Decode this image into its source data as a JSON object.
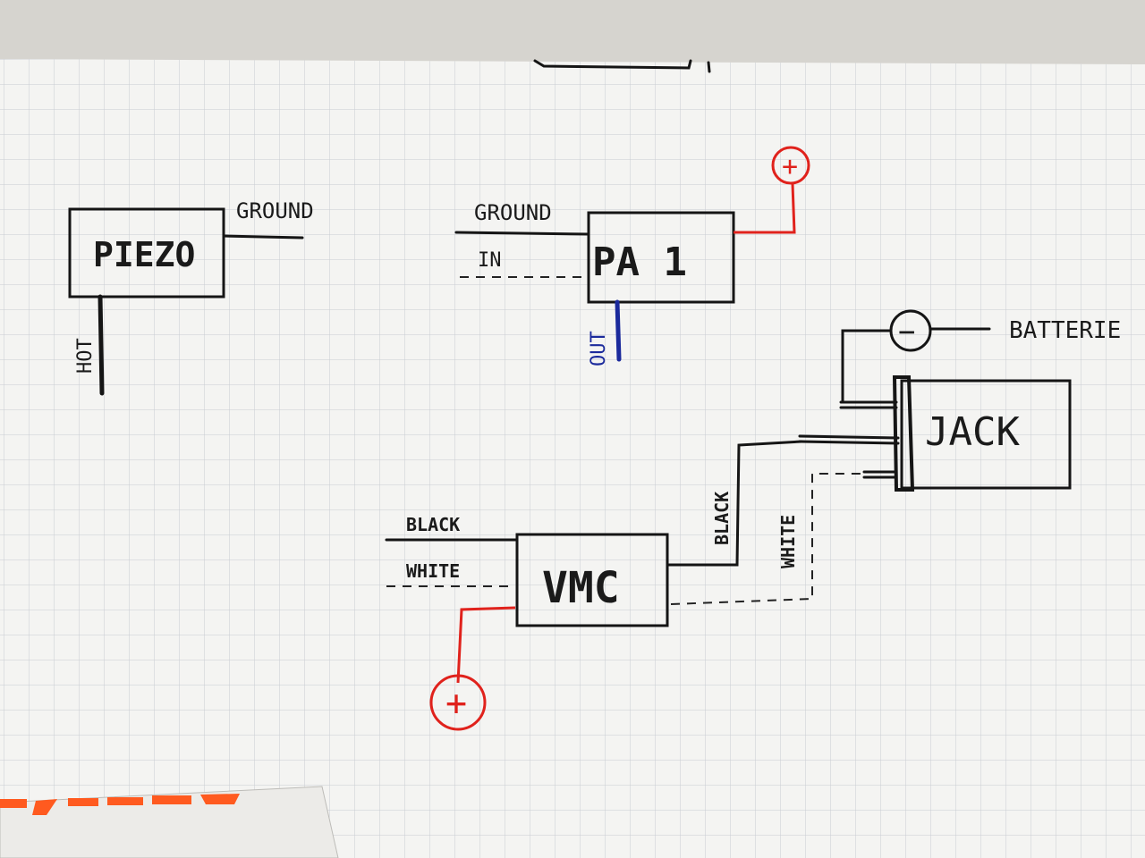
{
  "diagram": {
    "components": {
      "piezo": "PIEZO",
      "pa1": "PA 1",
      "vmc": "VMC",
      "jack": "JACK"
    },
    "labels": {
      "piezo_ground": "GROUND",
      "piezo_hot": "HOT",
      "pa1_ground": "GROUND",
      "pa1_in": "IN",
      "pa1_out": "OUT",
      "vmc_black_in": "BLACK",
      "vmc_white_in": "WHITE",
      "vmc_black_out": "BLACK",
      "vmc_white_out": "WHITE",
      "battery": "BATTERIE"
    },
    "symbols": {
      "plus": "+",
      "minus": "−"
    },
    "colors": {
      "ink": "#151515",
      "positive": "#e0221c",
      "out_wire": "#1b2a9c",
      "paper": "#f4f4f2",
      "grid": "#c9ccd2",
      "logo_orange": "#ff5a1f"
    }
  }
}
